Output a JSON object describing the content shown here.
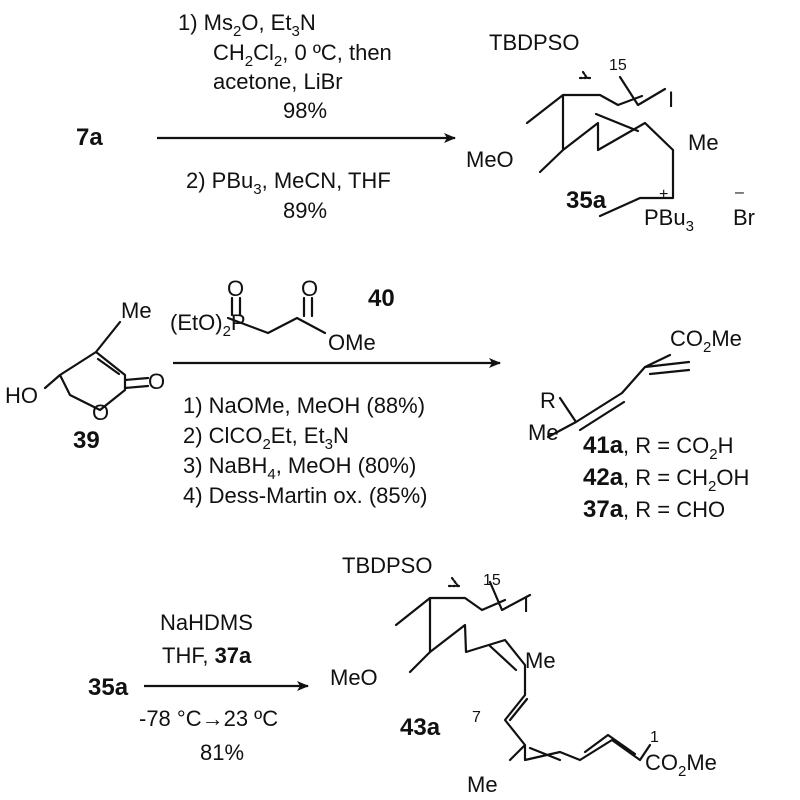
{
  "step1": {
    "start": "7a",
    "cond_top": [
      "1) Ms",
      "2",
      "O, Et",
      "3",
      "N",
      "CH",
      "2",
      "Cl",
      "2",
      ", 0 ºC, then",
      "acetone, LiBr",
      "98%"
    ],
    "cond_bottom": [
      "2) PBu",
      "3",
      ", MeCN, THF",
      "89%"
    ],
    "product": {
      "label": "35a",
      "tbdpso": "TBDPSO",
      "c15": "15",
      "iodo": "I",
      "meo": "MeO",
      "me": "Me",
      "plus": "+",
      "pbu": "PBu",
      "pbu_sub": "3",
      "minus": "–",
      "br": "Br"
    }
  },
  "step2": {
    "reagent": {
      "label": "40",
      "eto": "(EtO)",
      "eto_sub": "2",
      "p": "P",
      "o1": "O",
      "o2": "O",
      "ome": "OMe"
    },
    "start": {
      "label": "39",
      "me": "Me",
      "ho": "HO",
      "o_ring": "O",
      "o_carbonyl": "O"
    },
    "conditions": [
      "1) NaOMe, MeOH (88%)",
      "2) ClCO",
      "2",
      "Et, Et",
      "3",
      "N",
      "3) NaBH",
      "4",
      ", MeOH  (80%)",
      "4) Dess-Martin ox. (85%)"
    ],
    "product": {
      "co2me": [
        "CO",
        "2",
        "Me"
      ],
      "r": "R",
      "me": "Me",
      "entries": [
        {
          "id": "41a",
          "text": ", R = CO",
          "sub": "2",
          "tail": "H"
        },
        {
          "id": "42a",
          "text": ", R = CH",
          "sub": "2",
          "tail": "OH"
        },
        {
          "id": "37a",
          "text": ", R = CHO",
          "sub": "",
          "tail": ""
        }
      ]
    }
  },
  "step3": {
    "start": "35a",
    "cond_top": [
      "NaHDMS",
      "THF, ",
      "37a"
    ],
    "cond_bottom": [
      "-78 °C→23 ºC",
      "81%"
    ],
    "product": {
      "label": "43a",
      "tbdpso": "TBDPSO",
      "c15": "15",
      "iodo": "I",
      "meo": "MeO",
      "me_top": "Me",
      "c7": "7",
      "me_bottom": "Me",
      "c1": "1",
      "co2me": [
        "CO",
        "2",
        "Me"
      ]
    }
  }
}
